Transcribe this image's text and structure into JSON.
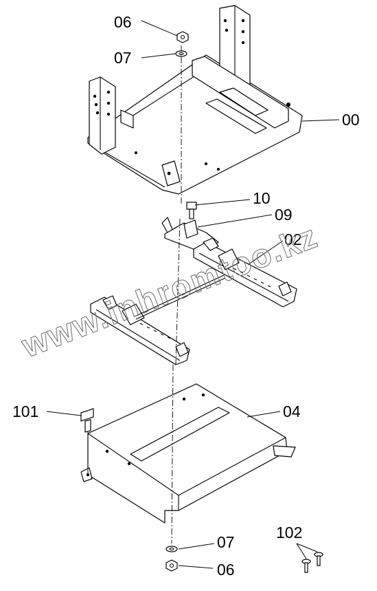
{
  "labels": {
    "seat_frame": "00",
    "nut_top": "06",
    "washer_top": "07",
    "bolt_bracket": "10",
    "bracket": "09",
    "slide_rail": "02",
    "base_plate": "04",
    "bolt_base": "101",
    "washer_bottom": "07",
    "nut_bottom": "06",
    "screws": "102"
  },
  "watermark": "www.inhromtoo.kz"
}
